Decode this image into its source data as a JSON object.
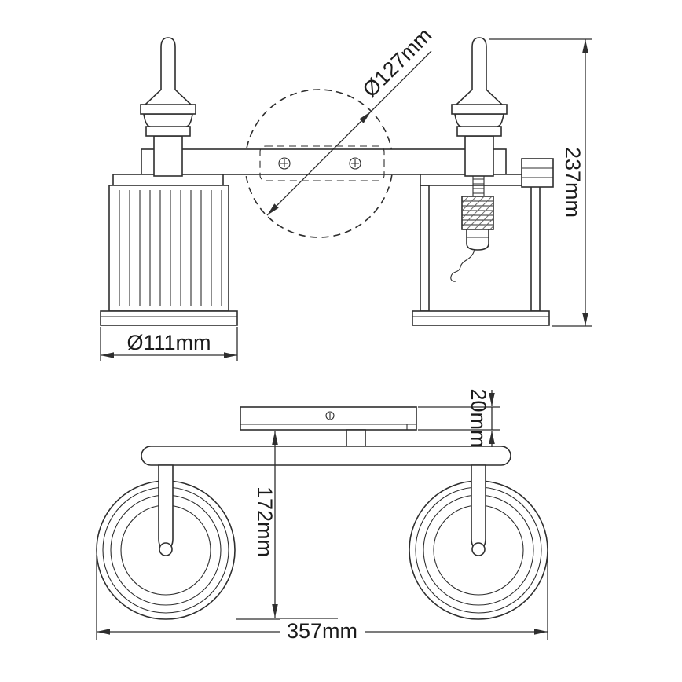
{
  "colors": {
    "background": "#ffffff",
    "line": "#2e2e2e",
    "text": "#1b1b1b"
  },
  "front_view": {
    "dim_backplate_diameter": "Ø127mm",
    "dim_overall_height": "237mm",
    "dim_shade_diameter": "Ø111mm"
  },
  "bottom_view": {
    "dim_backplate_depth": "20mm",
    "dim_projection": "172mm",
    "dim_overall_width": "357mm"
  }
}
